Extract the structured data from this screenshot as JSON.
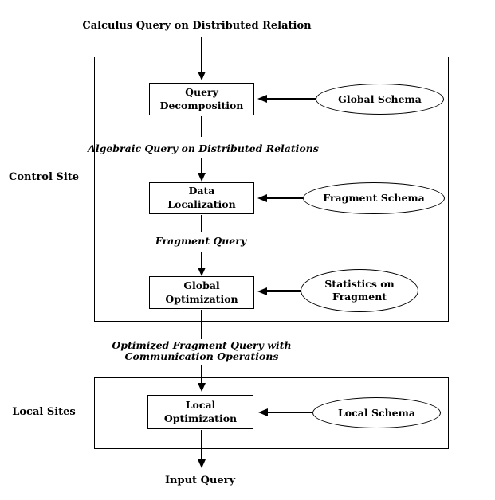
{
  "title": "Calculus Query on Distributed Relation",
  "control_site": {
    "label": "Control Site",
    "steps": {
      "query_decomposition": {
        "line1": "Query",
        "line2": "Decomposition"
      },
      "data_localization": {
        "line1": "Data",
        "line2": "Localization"
      },
      "global_optimization": {
        "line1": "Global",
        "line2": "Optimization"
      }
    },
    "schemas": {
      "global_schema": "Global Schema",
      "fragment_schema": "Fragment Schema",
      "statistics": {
        "line1": "Statistics on",
        "line2": "Fragment"
      }
    }
  },
  "local_sites": {
    "label": "Local Sites",
    "steps": {
      "local_optimization": {
        "line1": "Local",
        "line2": "Optimization"
      }
    },
    "schemas": {
      "local_schema": "Local Schema"
    }
  },
  "flow_labels": {
    "algebraic": "Algebraic Query on Distributed Relations",
    "fragment_query": "Fragment Query",
    "optimized_line1": "Optimized Fragment Query with",
    "optimized_line2": "Communication Operations",
    "input_query": "Input Query"
  },
  "colors": {
    "line": "#000000",
    "text": "#000000",
    "background": "#ffffff"
  }
}
